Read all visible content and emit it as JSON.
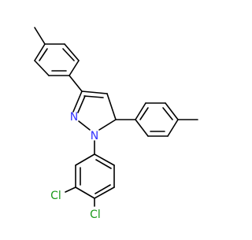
{
  "molecule": {
    "atom_labels": {
      "n2": "N",
      "n1": "N",
      "cl1": "Cl",
      "cl2": "Cl"
    },
    "colors": {
      "bond": "#000000",
      "nitrogen": "#3333ff",
      "chlorine": "#1a9a1a",
      "background": "#ffffff"
    }
  }
}
